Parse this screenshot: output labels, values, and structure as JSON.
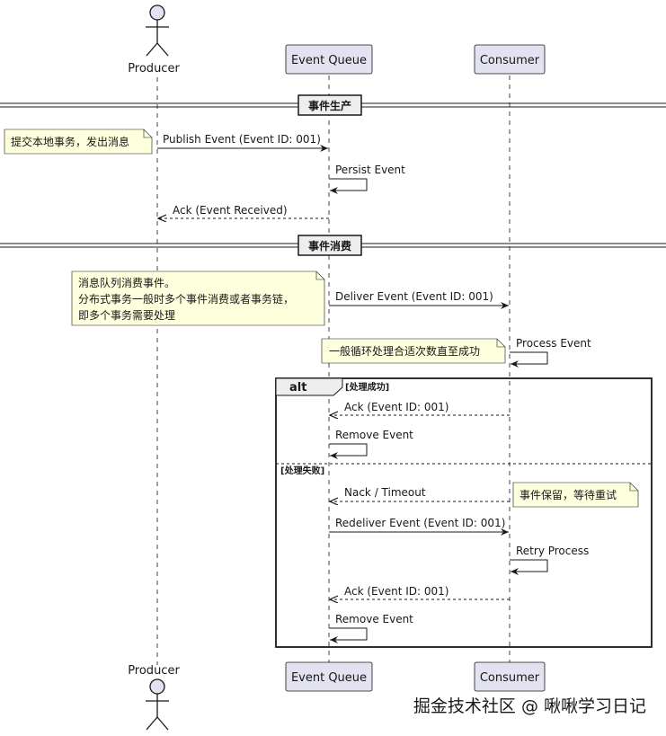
{
  "participants": {
    "producer": "Producer",
    "queue": "Event Queue",
    "consumer": "Consumer"
  },
  "dividers": {
    "d1": "事件生产",
    "d2": "事件消费"
  },
  "messages": {
    "m1": "Publish Event (Event ID: 001)",
    "m2": "Persist Event",
    "m3": "Ack (Event Received)",
    "m4": "Deliver Event (Event ID: 001)",
    "m5": "Process Event",
    "m6": "Ack (Event ID: 001)",
    "m7": "Remove Event",
    "m8": "Nack / Timeout",
    "m9": "Redeliver Event (Event ID: 001)",
    "m10": "Retry Process",
    "m11": "Ack (Event ID: 001)",
    "m12": "Remove Event"
  },
  "notes": {
    "n1": "提交本地事务，发出消息",
    "n2_lines": [
      "消息队列消费事件。",
      "分布式事务一般时多个事件消费或者事务链，",
      "即多个事务需要处理"
    ],
    "n3": "一般循环处理合适次数直至成功",
    "n4": "事件保留，等待重试"
  },
  "alt": {
    "label": "alt",
    "guard1": "[处理成功]",
    "guard2": "[处理失败]"
  },
  "watermark": "掘金技术社区 @ 啾啾学习日记",
  "colors": {
    "participant_fill": "#E2E2F0",
    "note_fill": "#FEFFDD",
    "line": "#181818"
  }
}
